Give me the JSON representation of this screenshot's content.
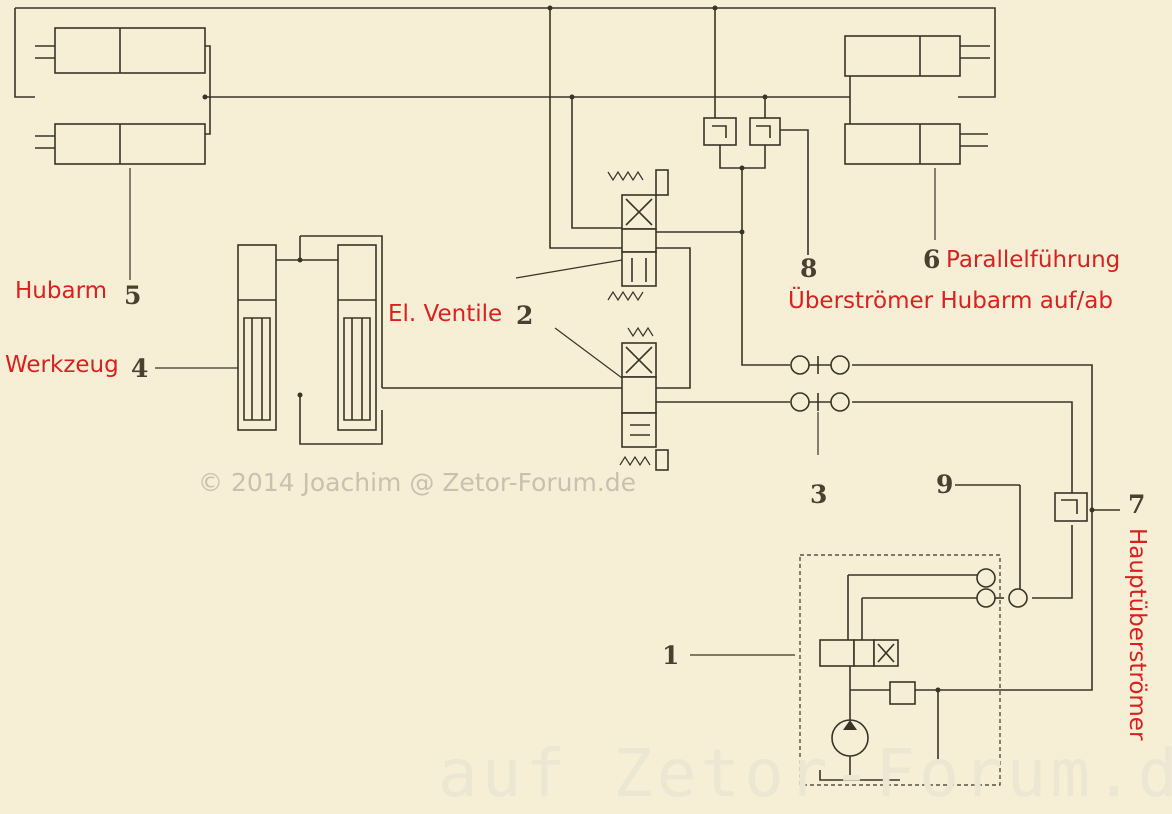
{
  "labels": {
    "hubarm": "Hubarm",
    "werkzeug": "Werkzeug",
    "el_ventile": "El. Ventile",
    "parallelfuehrung": "Parallelführung",
    "ueberstroemer": "Überströmer Hubarm auf/ab",
    "hauptueberstroemer": "Hauptüberströmer"
  },
  "numbers": {
    "n1": "1",
    "n2": "2",
    "n3": "3",
    "n4": "4",
    "n5": "5",
    "n6": "6",
    "n7": "7",
    "n8": "8",
    "n9": "9"
  },
  "copyright": "© 2014 Joachim @ Zetor-Forum.de",
  "watermark": "auf Zetor-Forum.de",
  "colors": {
    "label_red": "#d9211f",
    "line": "#3b3326",
    "paper": "#f6efd6"
  }
}
